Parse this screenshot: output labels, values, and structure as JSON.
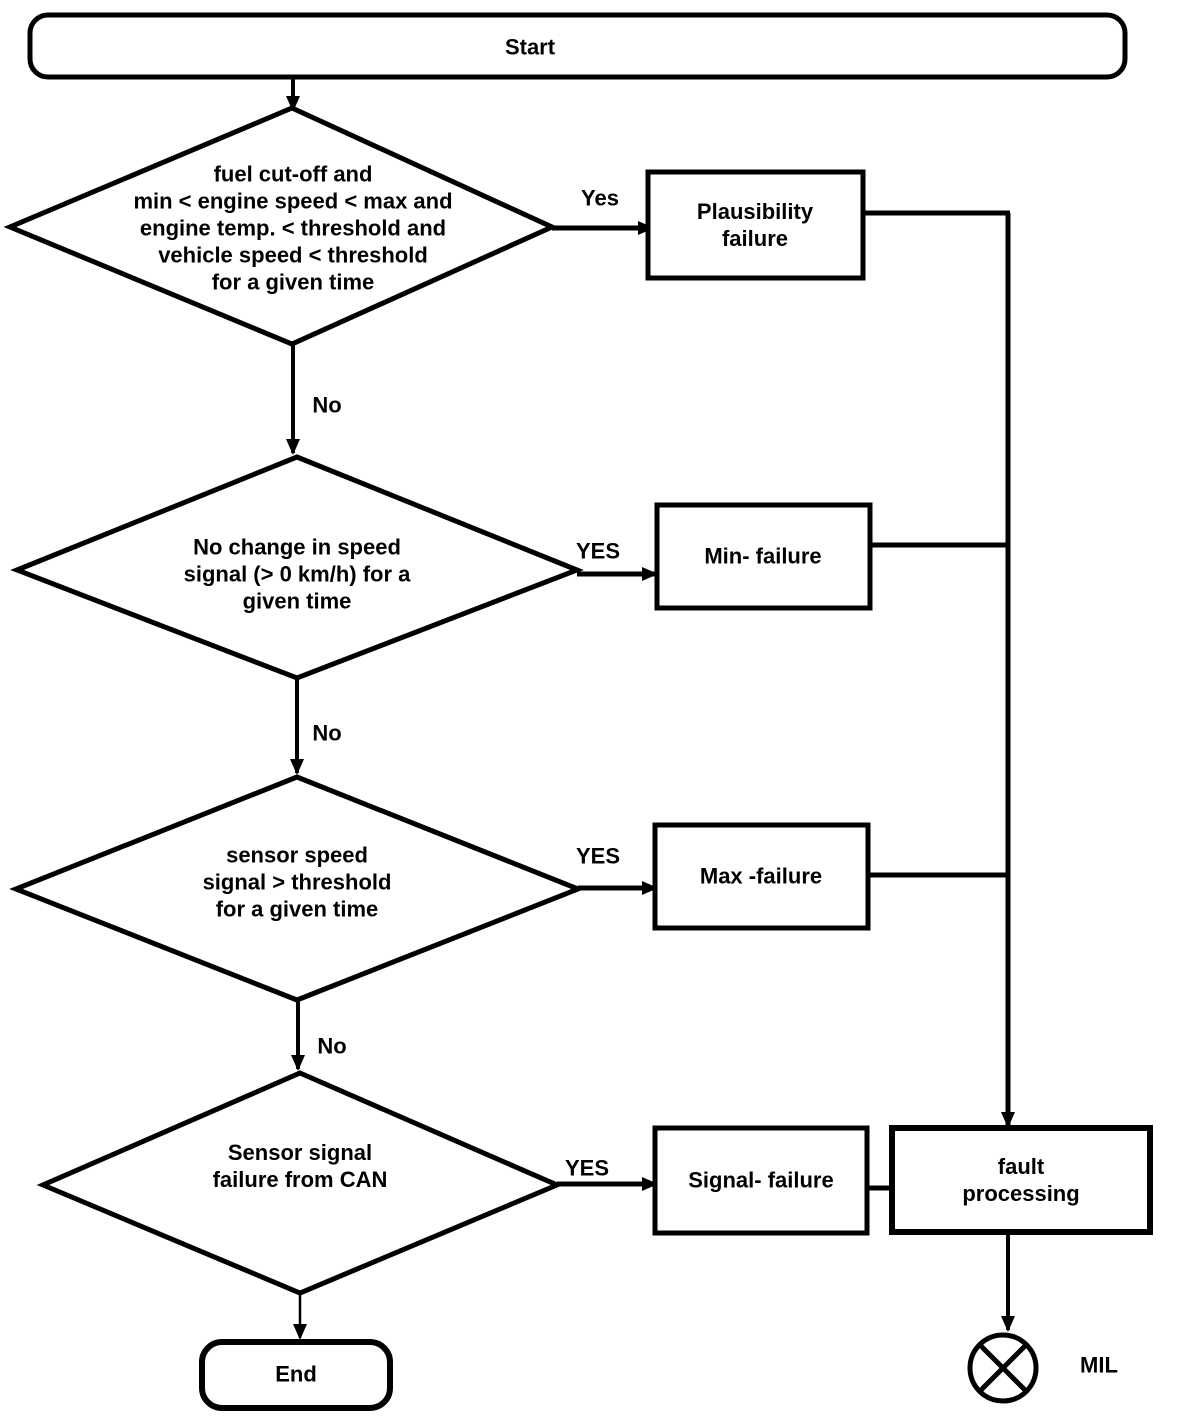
{
  "colors": {
    "line": "#000000",
    "background": "#ffffff"
  },
  "flowchart": {
    "start_label": "Start",
    "end_label": "End",
    "mil_label": "MIL",
    "fault_processing_label": "fault processing",
    "decision1": {
      "text": "fuel cut-off and\nmin < engine speed < max and\nengine temp. < threshold and\nvehicle speed < threshold\nfor a given time",
      "yes_label": "Yes",
      "no_label": "No",
      "result_label": "Plausibility\nfailure"
    },
    "decision2": {
      "text": "No change in speed\nsignal (> 0 km/h) for a\ngiven time",
      "yes_label": "YES",
      "no_label": "No",
      "result_label": "Min- failure"
    },
    "decision3": {
      "text": "sensor speed\nsignal  > threshold\nfor a given time",
      "yes_label": "YES",
      "no_label": "No",
      "result_label": "Max -failure"
    },
    "decision4": {
      "text": "Sensor signal\nfailure from CAN",
      "yes_label": "YES",
      "result_label": "Signal- failure"
    }
  }
}
